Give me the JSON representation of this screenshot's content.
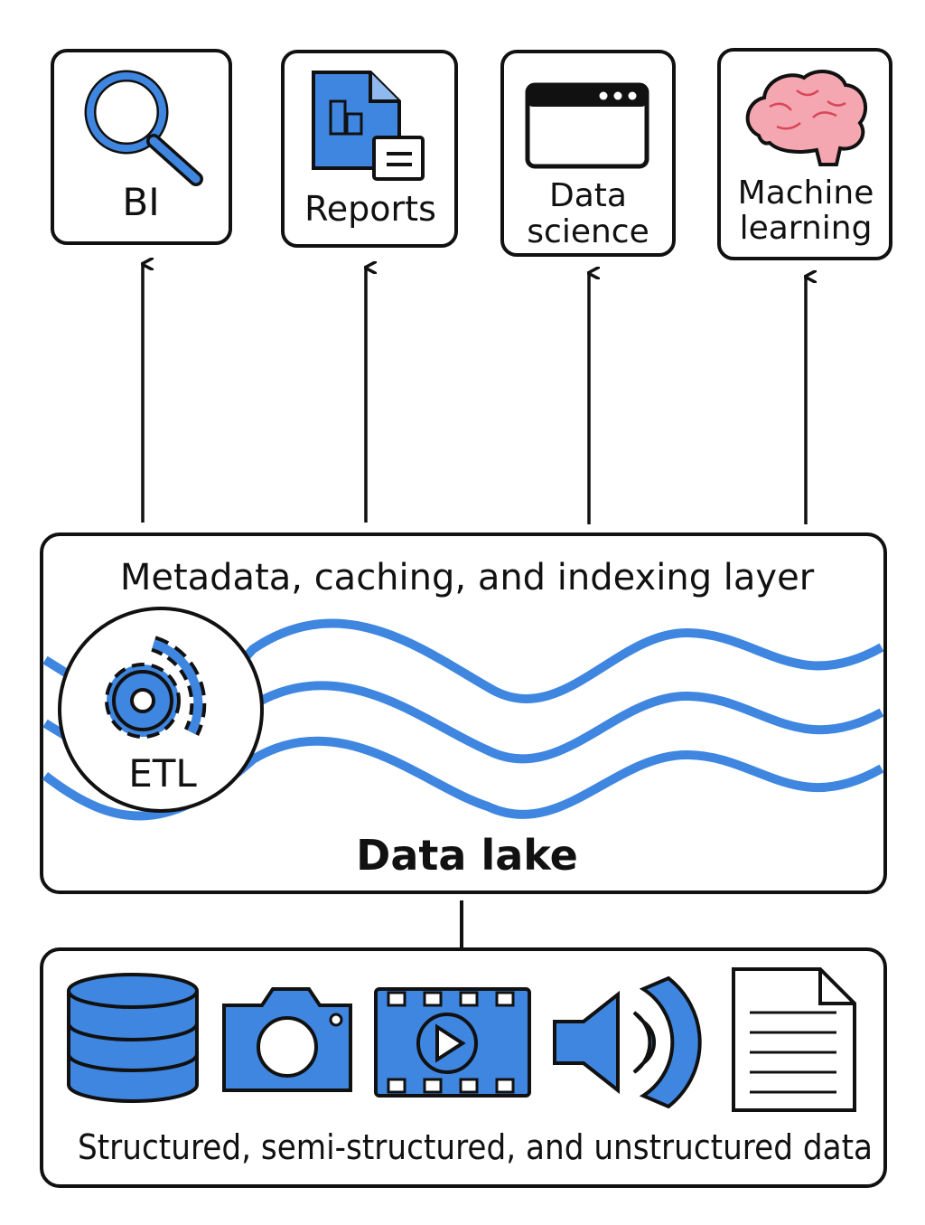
{
  "consumers": [
    {
      "label": "BI",
      "icon": "magnifier-icon"
    },
    {
      "label": "Reports",
      "icon": "report-document-icon"
    },
    {
      "label_lines": [
        "Data",
        "science"
      ],
      "icon": "browser-window-icon"
    },
    {
      "label_lines": [
        "Machine",
        "learning"
      ],
      "icon": "brain-icon"
    }
  ],
  "layer": {
    "title": "Metadata, caching, and indexing layer"
  },
  "etl": {
    "label": "ETL",
    "icon": "gears-icon"
  },
  "lake": {
    "label": "Data lake"
  },
  "sources": {
    "label": "Structured, semi-structured, and unstructured data",
    "icons": [
      "database-icon",
      "camera-icon",
      "video-icon",
      "speaker-icon",
      "document-icon"
    ]
  },
  "colors": {
    "accent": "#3f86e0",
    "stroke": "#111111",
    "brain": "#f0a0a8"
  }
}
